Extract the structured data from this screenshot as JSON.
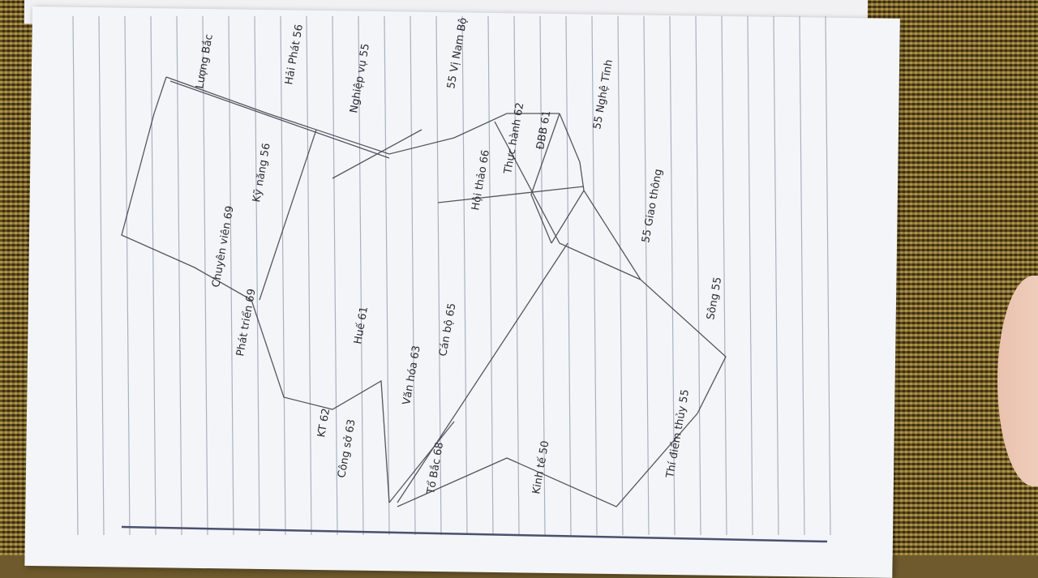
{
  "photo": {
    "subject": "handwritten notebook page",
    "colors": {
      "paper": "#f4f5f8",
      "rule_line": "#9aa0b4",
      "ink": "#2b2b35",
      "mat": "#6e5a2c"
    },
    "labels": [
      {
        "id": "top-left-1",
        "text": "Lượng Bắc"
      },
      {
        "id": "top-left-2",
        "text": "Hải Phát 56"
      },
      {
        "id": "top-mid-1",
        "text": "Nghiệp vụ 55"
      },
      {
        "id": "top-mid-2",
        "text": "55 Vị Nam Bộ"
      },
      {
        "id": "left-1",
        "text": "Kỹ năng 56"
      },
      {
        "id": "center-1",
        "text": "Thực hành 62"
      },
      {
        "id": "center-2",
        "text": "Hội thảo 66"
      },
      {
        "id": "center-3",
        "text": "ĐBB 61"
      },
      {
        "id": "right-1",
        "text": "55 Nghệ Tĩnh"
      },
      {
        "id": "right-2",
        "text": "55 Giao thông"
      },
      {
        "id": "right-3",
        "text": "Sông 55"
      },
      {
        "id": "mid-1",
        "text": "Chuyên viên 69"
      },
      {
        "id": "mid-2",
        "text": "KT 62"
      },
      {
        "id": "mid-3",
        "text": "Cán bộ 65"
      },
      {
        "id": "mid-4",
        "text": "Văn hóa 63"
      },
      {
        "id": "mid-5",
        "text": "Huế 61"
      },
      {
        "id": "low-1",
        "text": "Phát triển 69"
      },
      {
        "id": "low-2",
        "text": "Công sở 63"
      },
      {
        "id": "low-3",
        "text": "Tổ Bắc 68"
      },
      {
        "id": "low-4",
        "text": "Kinh tế 50"
      },
      {
        "id": "low-5",
        "text": "Thí điểm thủy 55"
      }
    ]
  }
}
